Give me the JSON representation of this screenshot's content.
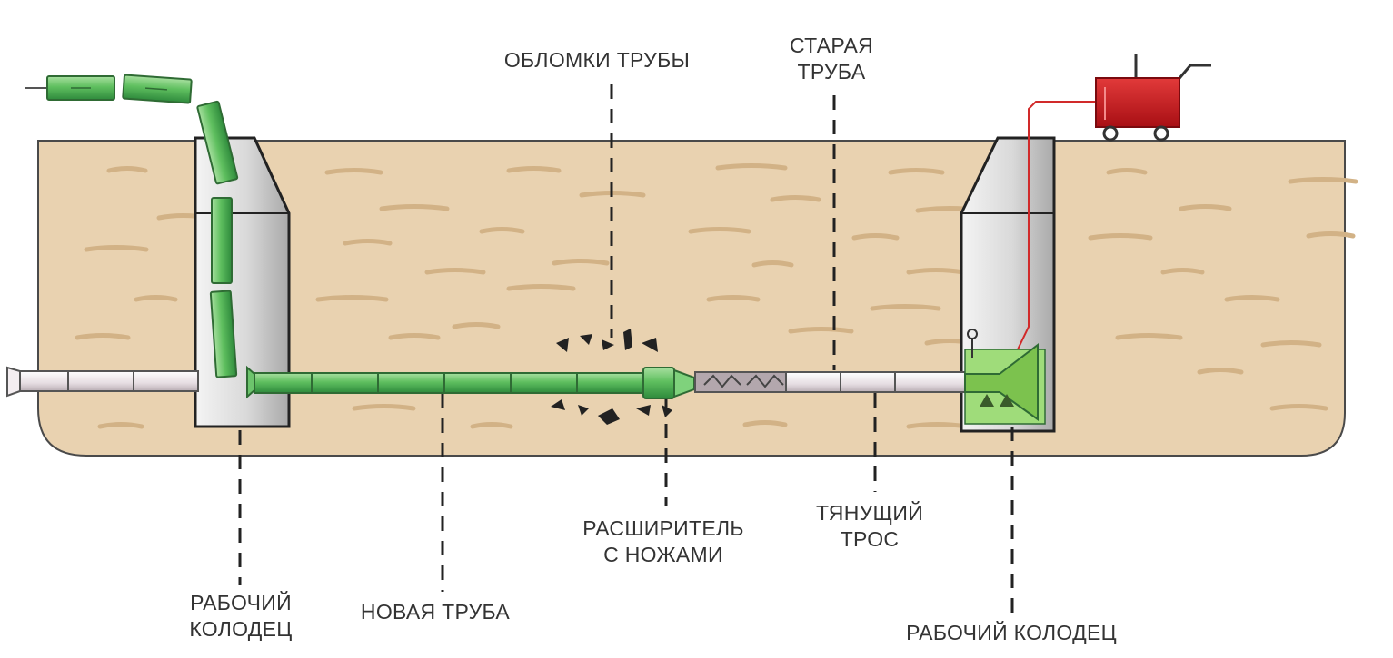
{
  "labels": {
    "pipe_fragments": "ОБЛОМКИ ТРУБЫ",
    "old_pipe_line1": "СТАРАЯ",
    "old_pipe_line2": "ТРУБА",
    "work_well_left_line1": "РАБОЧИЙ",
    "work_well_left_line2": "КОЛОДЕЦ",
    "new_pipe": "НОВАЯ ТРУБА",
    "expander_line1": "РАСШИРИТЕЛЬ",
    "expander_line2": "С НОЖАМИ",
    "pull_cable_line1": "ТЯНУЩИЙ",
    "pull_cable_line2": "ТРОС",
    "work_well_right": "РАБОЧИЙ КОЛОДЕЦ"
  },
  "colors": {
    "soil": "#e9d2b0",
    "soil_streak": "#d4b68a",
    "soil_outline": "#4a4a4a",
    "new_pipe": "#6cc46c",
    "new_pipe_dark": "#2f7d3a",
    "old_pipe": "#e8dfe4",
    "well": "#dcdcdc",
    "winch": "#c8171d",
    "cable": "#d12a2a",
    "label_text": "#333333"
  }
}
